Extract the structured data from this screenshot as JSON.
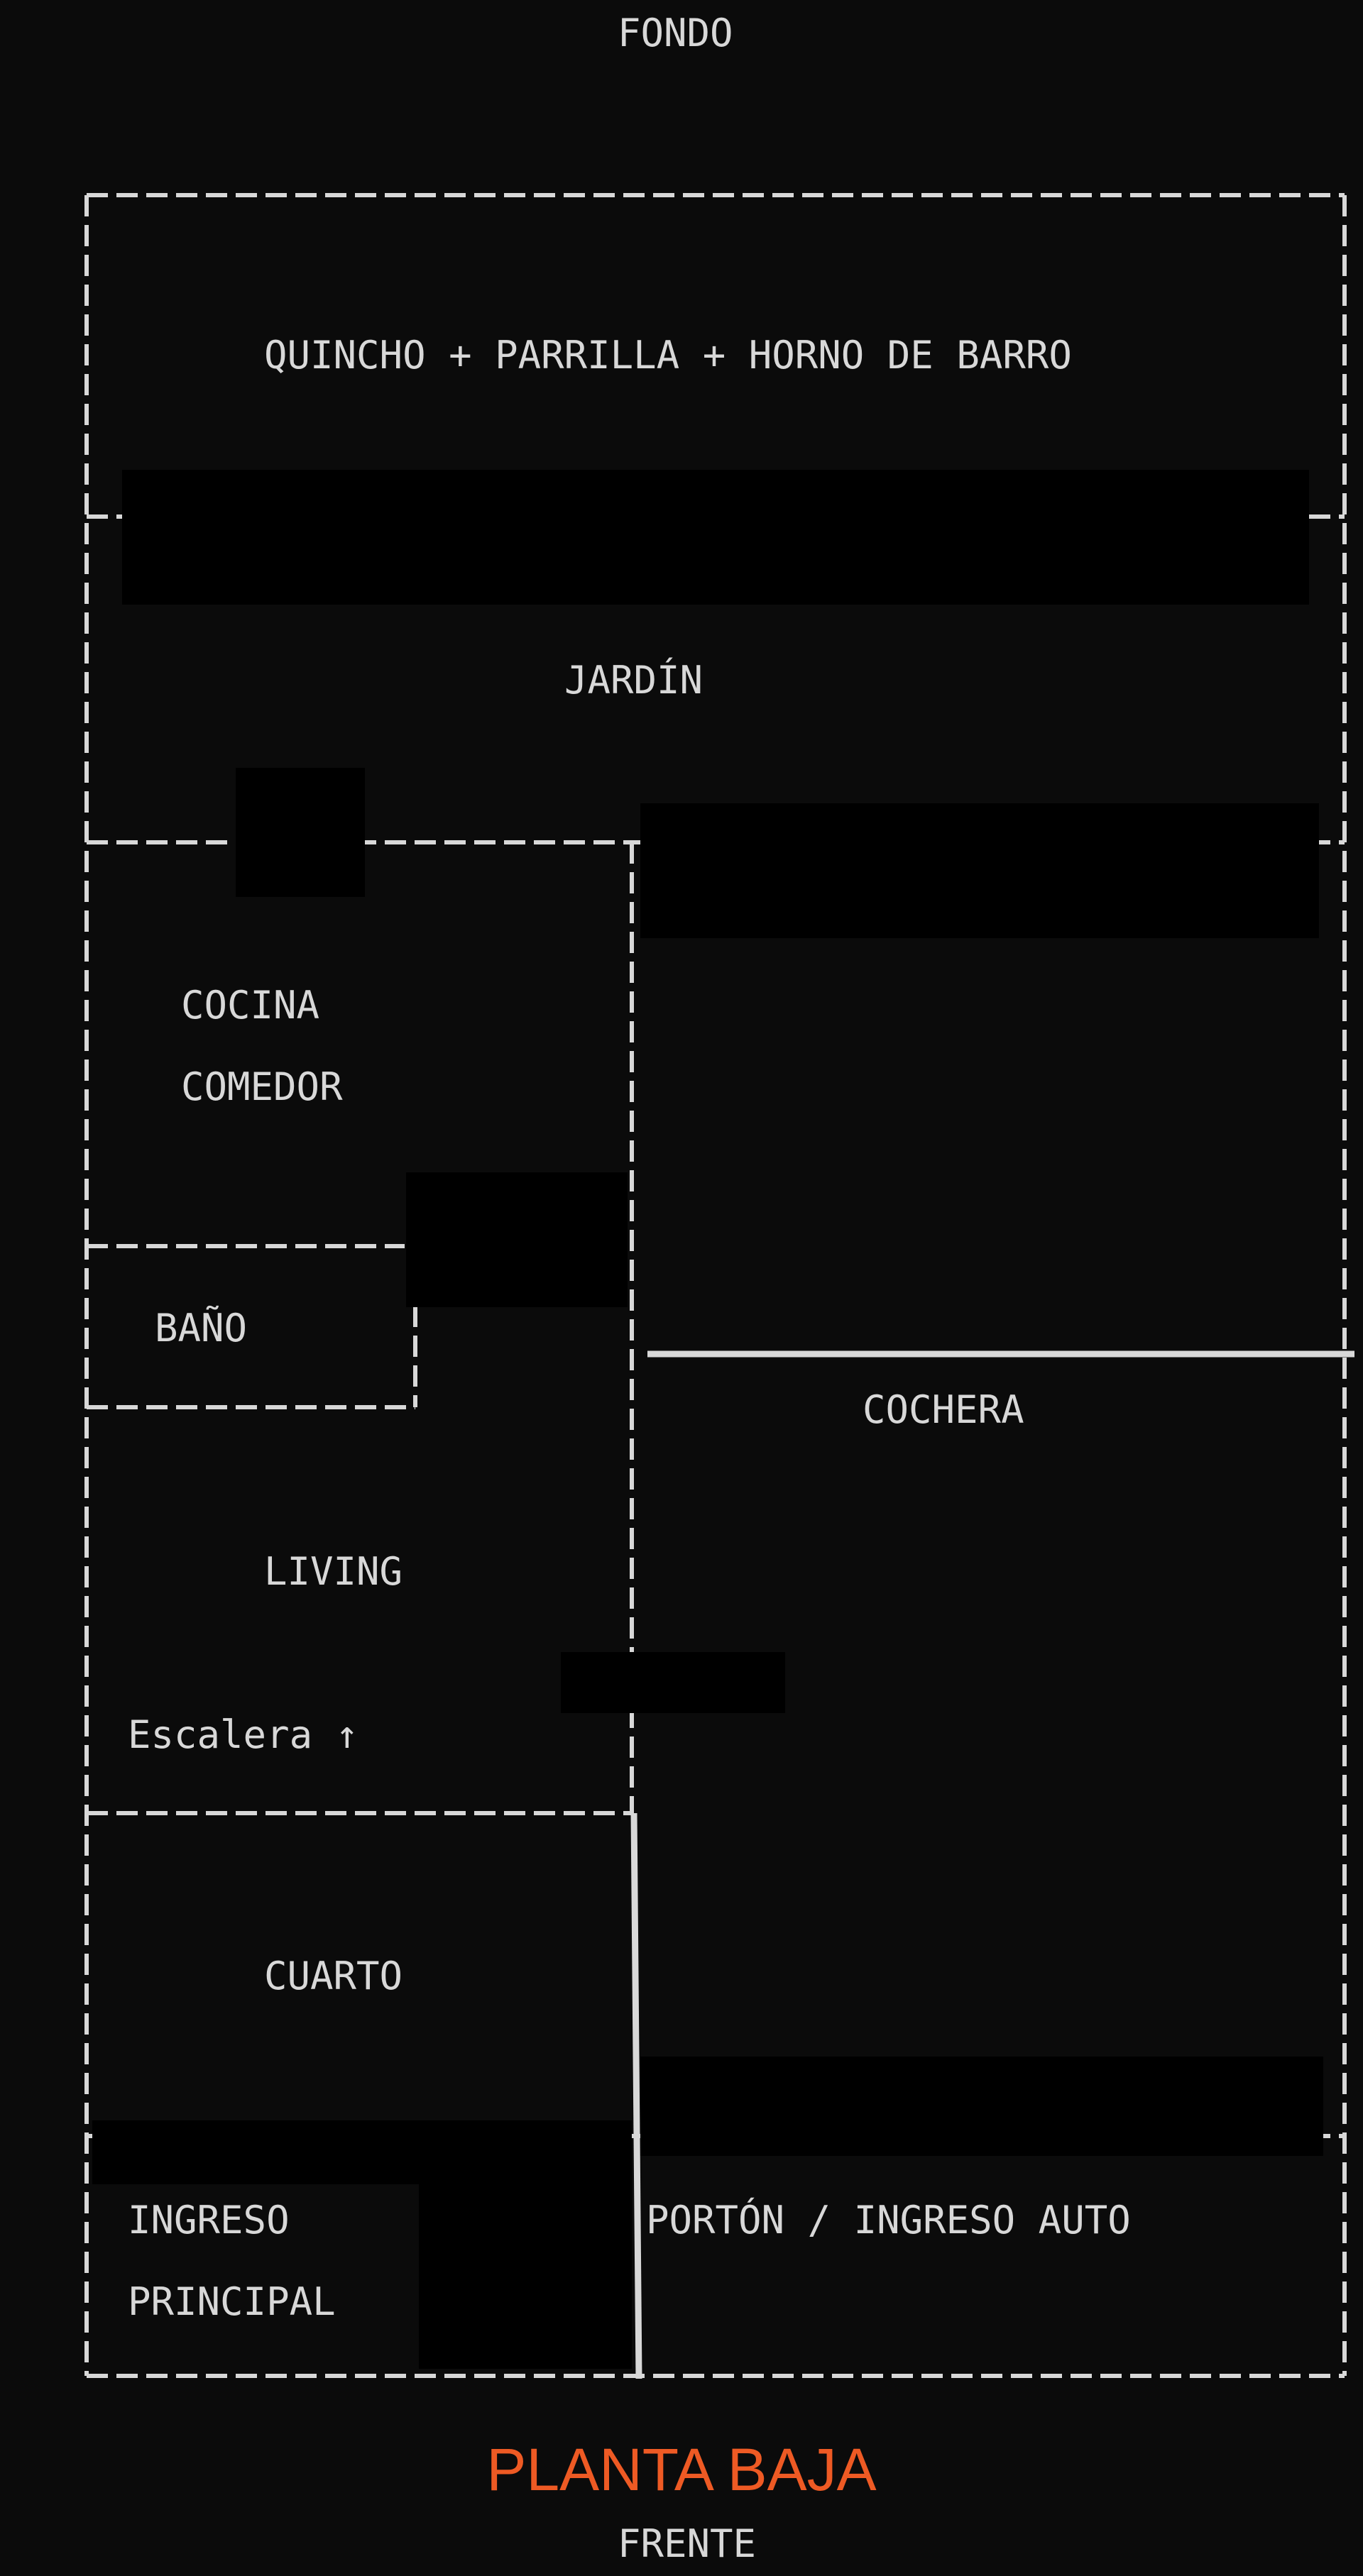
{
  "plan": {
    "top_label": "FONDO",
    "bottom_label": "FRENTE",
    "title": "PLANTA BAJA",
    "title_color": "#ee5a24",
    "rooms": {
      "quincho": "QUINCHO + PARRILLA + HORNO DE BARRO",
      "jardin": "JARDÍN",
      "cocina": "COCINA",
      "comedor": "COMEDOR",
      "bano": "BAÑO",
      "cochera": "COCHERA",
      "living": "LIVING",
      "escalera": "Escalera ↑",
      "cuarto": "CUARTO",
      "ingreso_1": "INGRESO",
      "ingreso_2": "PRINCIPAL",
      "porton": "PORTÓN / INGRESO AUTO"
    }
  }
}
